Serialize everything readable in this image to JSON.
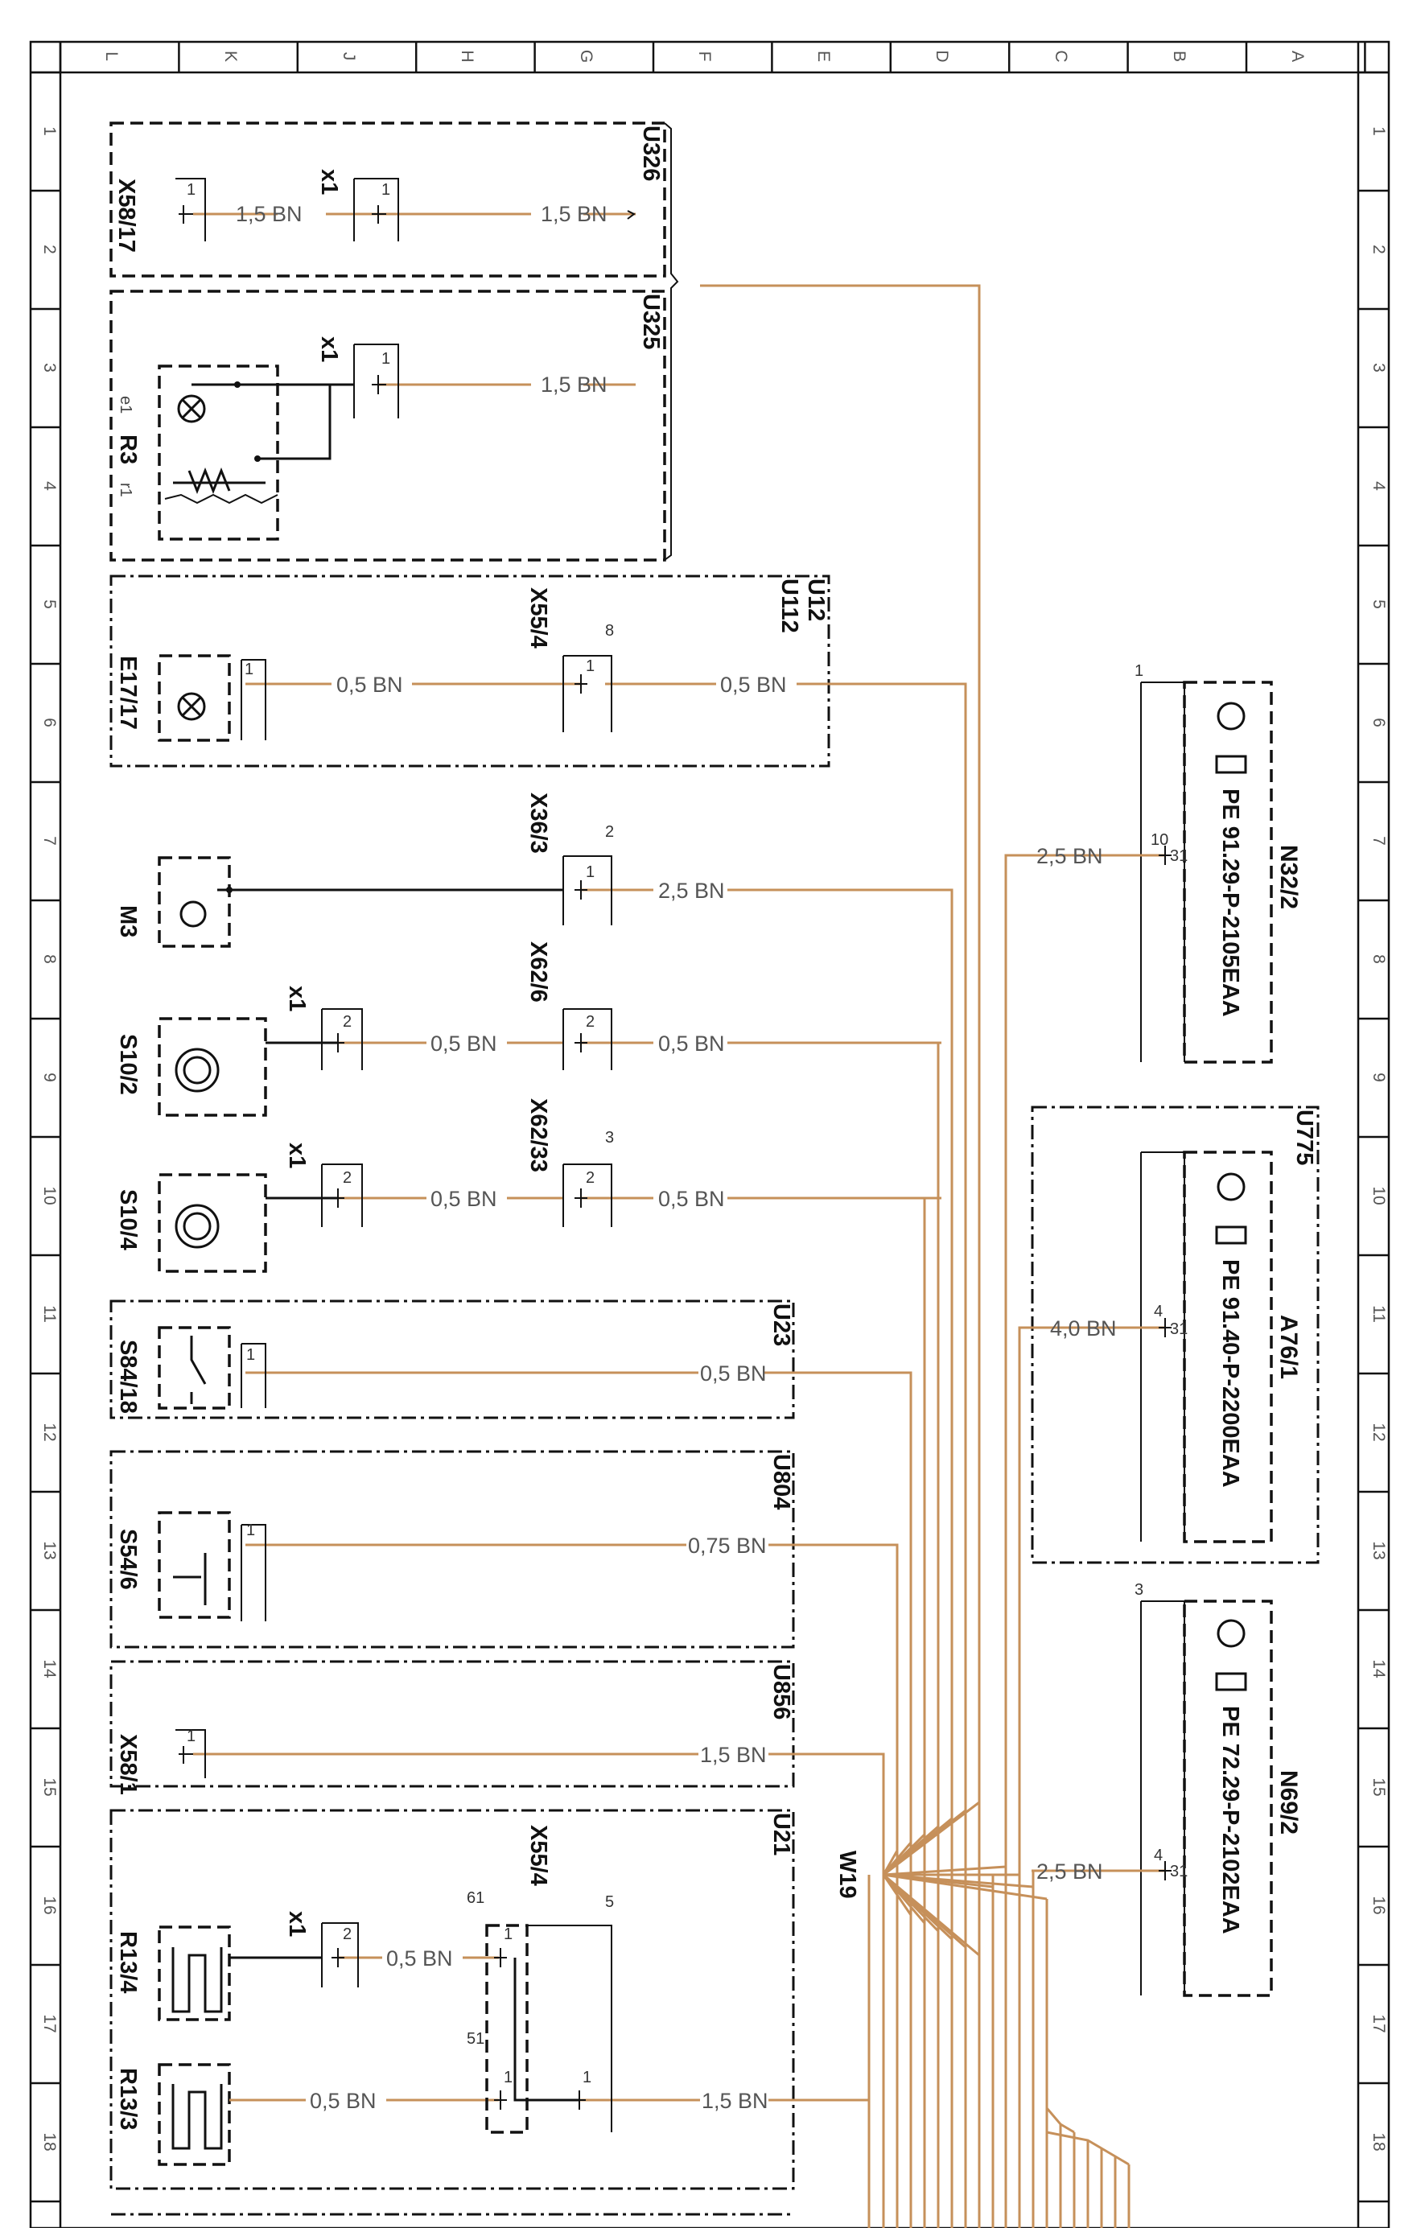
{
  "harness_name": "W19",
  "wire_color": "#c6905a",
  "frame": {
    "row_labels": [
      "L",
      "K",
      "J",
      "H",
      "G",
      "F",
      "E",
      "D",
      "C",
      "B",
      "A"
    ],
    "column_numbers": [
      "1",
      "2",
      "3",
      "4",
      "5",
      "6",
      "7",
      "8",
      "9",
      "10",
      "11",
      "12",
      "13",
      "14",
      "15",
      "16",
      "17",
      "18"
    ]
  },
  "wire_labels": {
    "u326_a": "1,5 BN",
    "u326_b": "1,5 BN",
    "u325_a": "1,5 BN",
    "e17_a": "0,5 BN",
    "e17_b": "0,5 BN",
    "m3": "2,5 BN",
    "s102_a": "0,5 BN",
    "s102_b": "0,5 BN",
    "s104_a": "0,5 BN",
    "s104_b": "0,5 BN",
    "s84": "0,5 BN",
    "s54": "0,75 BN",
    "x581": "1,5 BN",
    "r134": "0,5 BN",
    "r133_a": "0,5 BN",
    "r133_b": "1,5 BN",
    "n322": "2,5 BN",
    "a761": "4,0 BN",
    "n692": "2,5 BN"
  },
  "groups": {
    "u326": "U326",
    "u325": "U325",
    "u12": "U12",
    "u112": "U112",
    "u23": "U23",
    "u804": "U804",
    "u856": "U856",
    "u21": "U21",
    "u775": "U775"
  },
  "components": {
    "x58_17": "X58/17",
    "x1": "x1",
    "r3": "R3",
    "e1": "e1",
    "r1": "r1",
    "e17_17": "E17/17",
    "x55_4": "X55/4",
    "m3": "M3",
    "x36_3": "X36/3",
    "s10_2": "S10/2",
    "x62_6": "X62/6",
    "s10_4": "S10/4",
    "x62_33": "X62/33",
    "s84_18": "S84/18",
    "s54_6": "S54/6",
    "x58_1": "X58/1",
    "r13_4": "R13/4",
    "r13_3": "R13/3",
    "n32_2": "N32/2",
    "a76_1": "A76/1",
    "n69_2": "N69/2"
  },
  "references": {
    "n32_2": "PE 91.29-P-2105EAA",
    "a76_1": "PE 91.40-P-2200EAA",
    "n69_2": "PE 72.29-P-2102EAA"
  },
  "pins": {
    "one": "1",
    "two": "2",
    "eight": "8",
    "three": "3",
    "four": "4",
    "five": "5",
    "ten": "10",
    "thirtyone": "31",
    "sixtyone": "61",
    "fiftyone": "51"
  }
}
